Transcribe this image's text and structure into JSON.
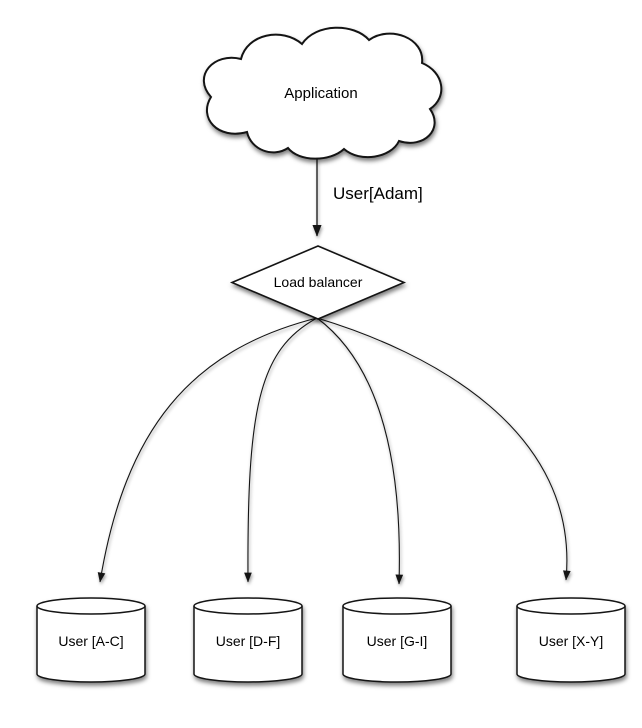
{
  "diagram": {
    "nodes": {
      "application": {
        "shape": "cloud",
        "label": "Application"
      },
      "load_balancer": {
        "shape": "diamond",
        "label": "Load balancer"
      },
      "shards": [
        {
          "shape": "cylinder",
          "label": "User [A-C]"
        },
        {
          "shape": "cylinder",
          "label": "User [D-F]"
        },
        {
          "shape": "cylinder",
          "label": "User [G-I]"
        },
        {
          "shape": "cylinder",
          "label": "User [X-Y]"
        }
      ]
    },
    "edges": {
      "app_to_balancer": {
        "label": "User[Adam]"
      }
    },
    "colors": {
      "background": "#ffffff",
      "fill": "#ffffff",
      "stroke": "#141414",
      "text": "#000000"
    }
  }
}
